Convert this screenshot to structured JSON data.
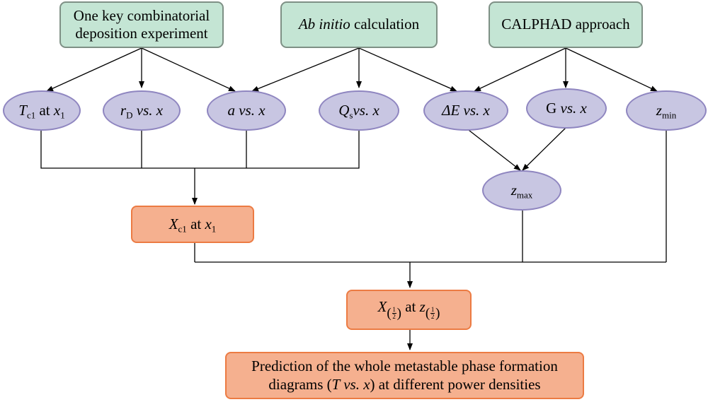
{
  "sources": {
    "experiment": "One key combinatorial deposition experiment",
    "abinitio_italic": "Ab initio",
    "abinitio_rest": " calculation",
    "calphad": "CALPHAD approach"
  },
  "params": {
    "tc": {
      "sym": "T",
      "sub": "c1",
      "mid": " at ",
      "x": "x",
      "xsub": "1"
    },
    "rd": {
      "sym": "r",
      "sub": "D",
      "rest": " vs. x"
    },
    "a": {
      "sym": "a",
      "rest": " vs. x"
    },
    "qs": {
      "sym": "Q",
      "sub": "s",
      "rest": "vs. x"
    },
    "de": {
      "sym": "ΔE",
      "rest": " vs. x"
    },
    "g": {
      "sym": "G",
      "rest": " vs. x"
    },
    "zmin": {
      "sym": "z",
      "sub": "min"
    },
    "zmax": {
      "sym": "z",
      "sub": "max"
    }
  },
  "results": {
    "xc1": {
      "sym": "X",
      "sub": "c1",
      "mid": " at ",
      "x": "x",
      "xsub": "1"
    },
    "xhalf": {
      "sym": "X",
      "mid": "at ",
      "z": "z",
      "num": "1",
      "den": "2"
    },
    "prediction_line1": "Prediction of the whole metastable phase formation",
    "prediction_line2_a": "diagrams (",
    "prediction_line2_T": "T",
    "prediction_line2_vs": " vs. ",
    "prediction_line2_x": "x",
    "prediction_line2_b": ") at different power densities"
  }
}
